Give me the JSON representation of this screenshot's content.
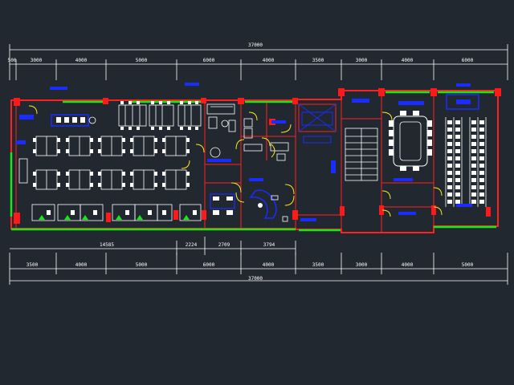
{
  "dimensions": {
    "top_total": "37000",
    "top_segments": [
      "500",
      "3000",
      "4000",
      "5000",
      "6000",
      "4000",
      "3500",
      "3000",
      "4000",
      "6000"
    ],
    "bottom_total": "37000",
    "bottom_segments": [
      "3500",
      "4000",
      "5000",
      "6000",
      "4000",
      "3500",
      "3000",
      "4000",
      "5000"
    ],
    "mid_labels": [
      "14585",
      "2224",
      "2709",
      "3794"
    ]
  },
  "colors": {
    "background": "#212830",
    "wall": "#ff2020",
    "accent_green": "#19e619",
    "furniture": "#ffffff",
    "door": "#ffe81a",
    "label": "#1a2cff"
  }
}
